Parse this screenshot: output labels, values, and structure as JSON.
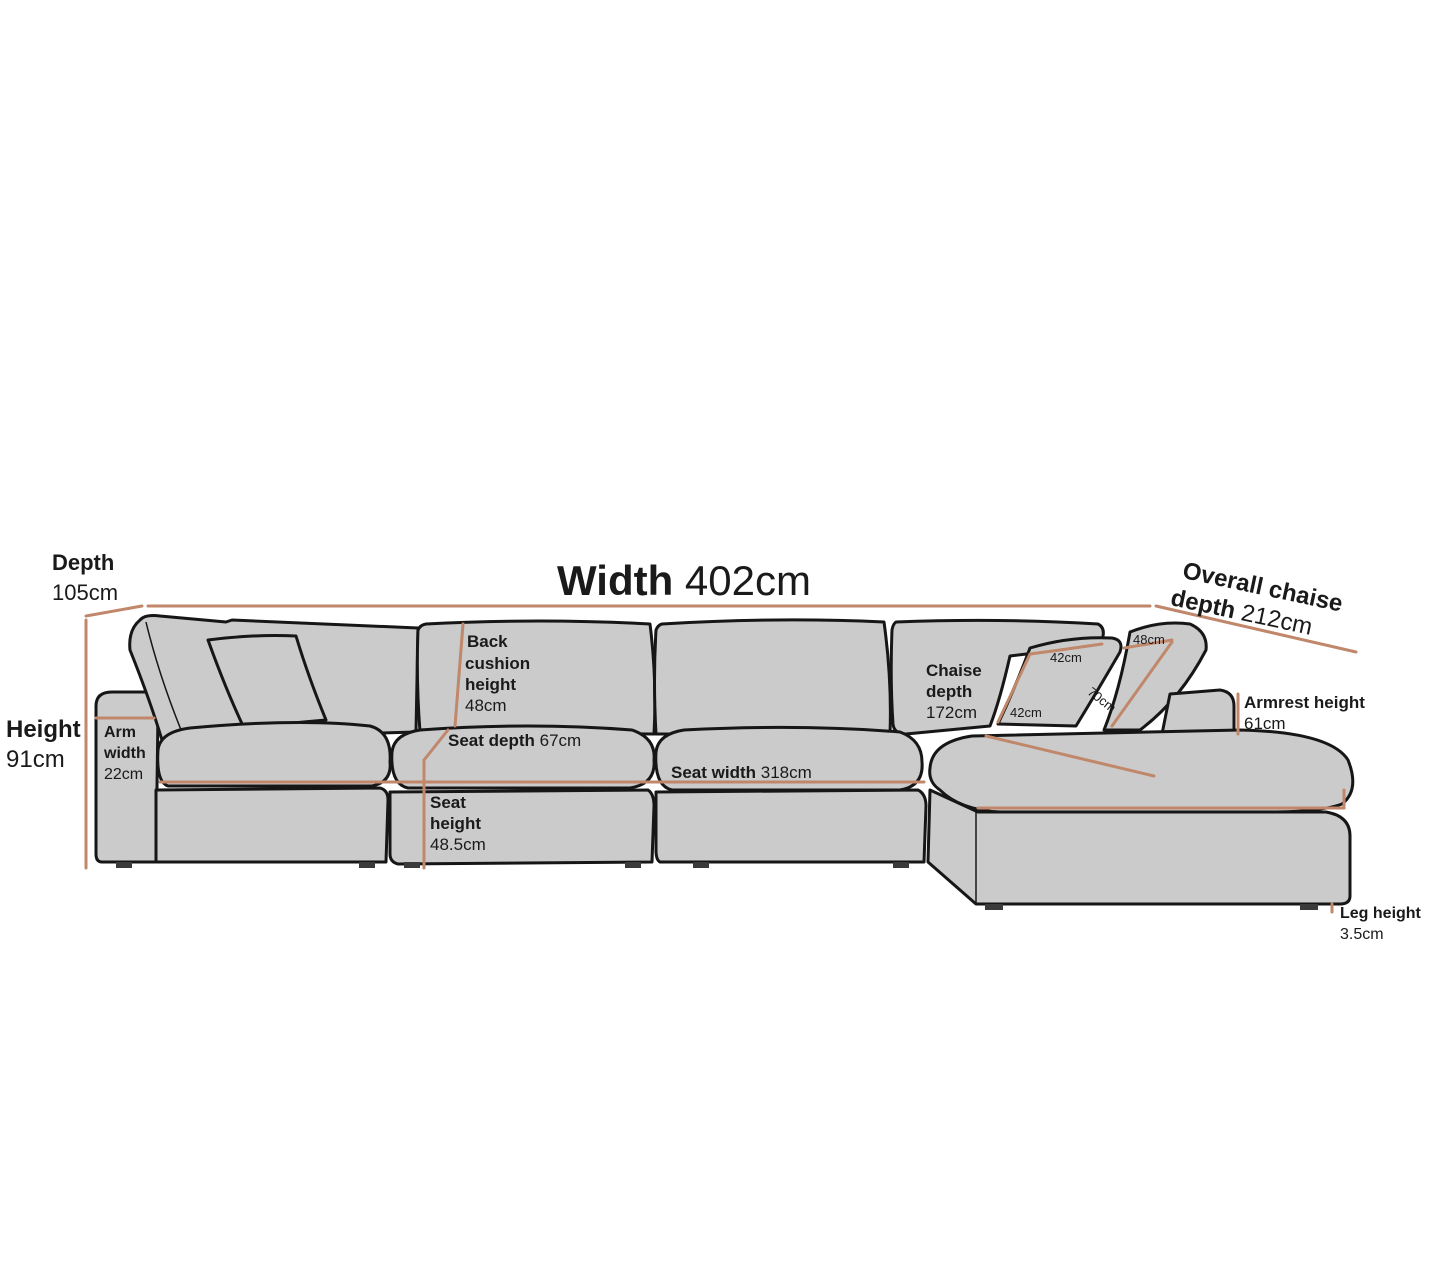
{
  "colors": {
    "outline": "#161616",
    "fill": "#cbcbcb",
    "measure": "#c0876a",
    "foot": "#3a3a3a",
    "text": "#1a1a1a"
  },
  "labels": {
    "width_title": "Width",
    "width_value": "402cm",
    "depth_title": "Depth",
    "depth_value": "105cm",
    "height_title": "Height",
    "height_value": "91cm",
    "chaise_title_line1": "Overall chaise",
    "chaise_title_line2": "depth",
    "chaise_value": "212cm",
    "arm_line1": "Arm",
    "arm_line2": "width",
    "arm_value": "22cm",
    "back_line1": "Back",
    "back_line2": "cushion",
    "back_line3": "height",
    "back_value": "48cm",
    "seat_depth_title": "Seat depth",
    "seat_depth_value": "67cm",
    "seat_width_title": "Seat width",
    "seat_width_value": "318cm",
    "seat_height_line1": "Seat",
    "seat_height_line2": "height",
    "seat_height_value": "48.5cm",
    "chaise_depth_line1": "Chaise",
    "chaise_depth_line2": "depth",
    "chaise_depth_value": "172cm",
    "cushion_small_a": "42cm",
    "cushion_small_b": "42cm",
    "cushion_large_a": "48cm",
    "cushion_large_b": "70cm",
    "armrest_title": "Armrest height",
    "armrest_value": "61cm",
    "leg_title": "Leg height",
    "leg_value": "3.5cm"
  }
}
